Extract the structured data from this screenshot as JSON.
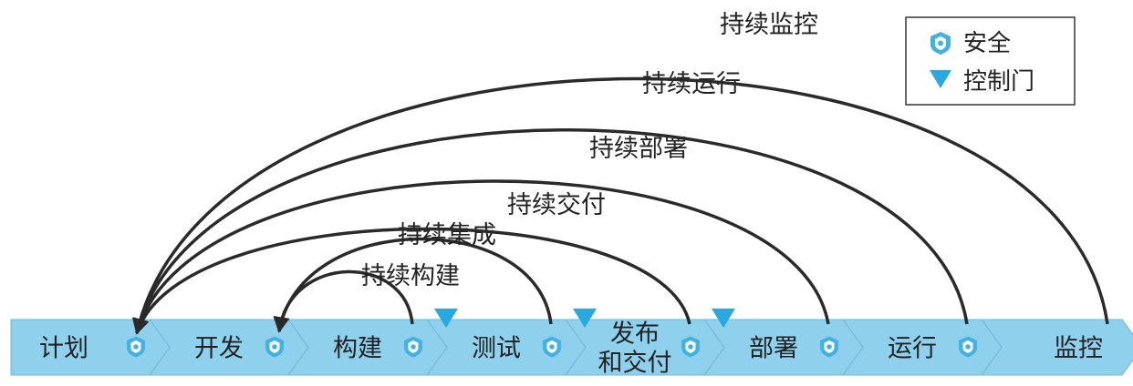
{
  "colors": {
    "stage_fill": "#8fd0ec",
    "stage_stroke": "#6fb7d9",
    "security": "#43b2e3",
    "gate": "#2aa8e0",
    "arc": "#2a2a2a"
  },
  "legend": {
    "security_label": "安全",
    "gate_label": "控制门",
    "security_icon": "shield-icon",
    "gate_icon": "triangle-down-icon"
  },
  "stages": [
    {
      "id": "plan",
      "lines": [
        "计划"
      ],
      "security": true,
      "gate_before": false
    },
    {
      "id": "develop",
      "lines": [
        "开发"
      ],
      "security": true,
      "gate_before": false
    },
    {
      "id": "build",
      "lines": [
        "构建"
      ],
      "security": true,
      "gate_before": false
    },
    {
      "id": "test",
      "lines": [
        "测试"
      ],
      "security": true,
      "gate_before": true
    },
    {
      "id": "release",
      "lines": [
        "发布",
        "和交付"
      ],
      "security": true,
      "gate_before": true
    },
    {
      "id": "deploy",
      "lines": [
        "部署"
      ],
      "security": true,
      "gate_before": true
    },
    {
      "id": "operate",
      "lines": [
        "运行"
      ],
      "security": true,
      "gate_before": false
    },
    {
      "id": "monitor",
      "lines": [
        "监控"
      ],
      "security": false,
      "gate_before": false
    }
  ],
  "loops": [
    {
      "label": "持续构建",
      "from": "build",
      "to": "develop"
    },
    {
      "label": "持续集成",
      "from": "test",
      "to": "develop"
    },
    {
      "label": "持续交付",
      "from": "release",
      "to": "plan"
    },
    {
      "label": "持续部署",
      "from": "deploy",
      "to": "plan"
    },
    {
      "label": "持续运行",
      "from": "operate",
      "to": "plan"
    },
    {
      "label": "持续监控",
      "from": "monitor",
      "to": "plan"
    }
  ]
}
